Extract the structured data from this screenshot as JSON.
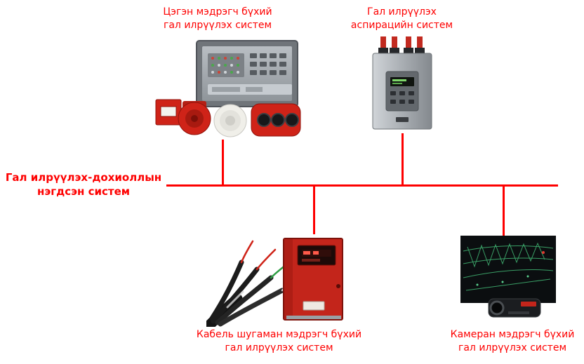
{
  "hub": {
    "label_line1": "Гал илрүүлэх-дохиоллын",
    "label_line2": "нэгдсэн  систем"
  },
  "nodes": {
    "point_detector": {
      "label_line1": "Цэгэн мэдрэгч бүхий",
      "label_line2": "гал илрүүлэх систем"
    },
    "aspiration": {
      "label_line1": "Гал илрүүлэх",
      "label_line2": "аспирацийн систем"
    },
    "cable_linear": {
      "label_line1": "Кабель шугаман мэдрэгч бүхий",
      "label_line2": "гал илрүүлэх систем"
    },
    "camera": {
      "label_line1": "Камеран мэдрэгч бүхий",
      "label_line2": "гал илрүүлэх систем"
    }
  },
  "colors": {
    "text_red": "#fe0000",
    "line_red": "#fe0000",
    "device_red": "#cf2318",
    "panel_gray": "#9aa0a5"
  }
}
